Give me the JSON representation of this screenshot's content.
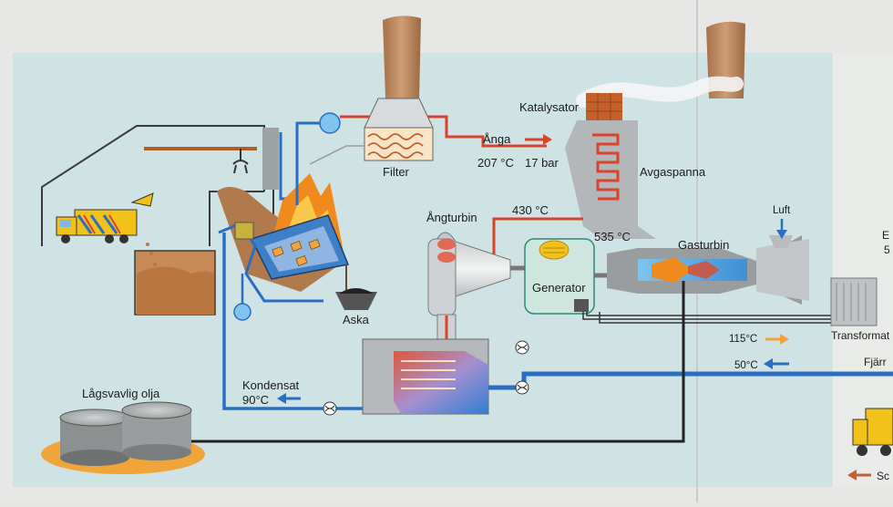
{
  "labels": {
    "katalysator": "Katalysator",
    "anga": "Ånga",
    "anga_temp": "207 °C",
    "anga_pressure": "17 bar",
    "filter": "Filter",
    "avgaspanna": "Avgaspanna",
    "temp_430": "430 °C",
    "angturbin": "Ångturbin",
    "luft": "Luft",
    "temp_535": "535 °C",
    "gasturbin": "Gasturbin",
    "generator": "Generator",
    "aska": "Aska",
    "temp_115": "115°C",
    "temp_50": "50°C",
    "kondensat": "Kondensat",
    "kondensat_temp": "90°C",
    "lagsvavlig_olja": "Lågsvavlig olja",
    "transformator_partial": "Transformat",
    "fjarr_partial": "Fjärr",
    "edge_b_partial": "E",
    "edge_5_partial": "5",
    "edge_sc_partial": "Sc"
  },
  "colors": {
    "panel_bg": "#cfe2e4",
    "steam_red": "#d8432c",
    "cold_blue": "#2a6ec2",
    "warm_orange": "#f0a43a",
    "gas_grey": "#8e9092",
    "flame": "#f08a1c",
    "chimney": "#b9835a"
  }
}
